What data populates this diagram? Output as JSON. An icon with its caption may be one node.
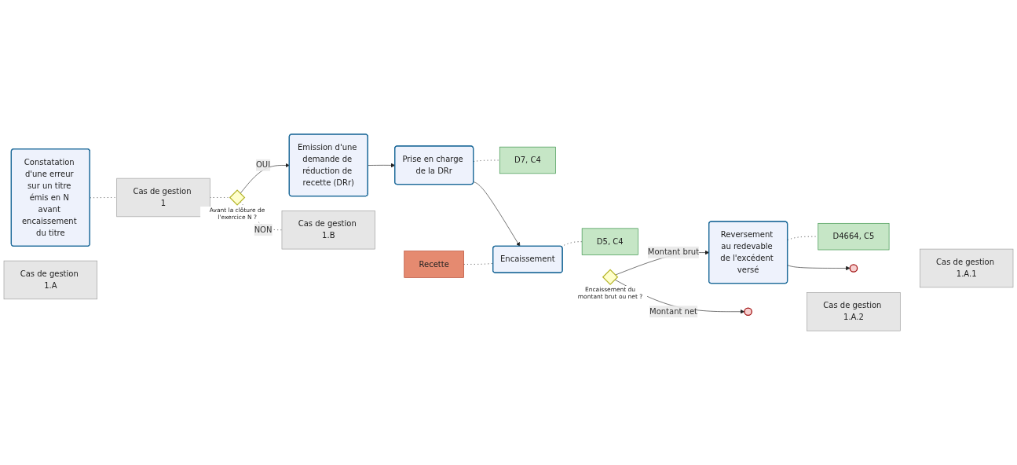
{
  "diagram": {
    "nodes": [
      {
        "text": [
          "Constatation d'une erreur sur un titre émis en N avant encaissement du titre"
        ]
      },
      {
        "text": [
          "Cas de gestion 1"
        ]
      },
      {
        "text": [],
        "shape": "diamond",
        "beside": [
          "Avant la clôture de l'exercice N ?"
        ]
      },
      {
        "text": [
          "Cas de gestion 1.A"
        ]
      },
      {
        "text": [
          "Emission d'une demande de réduction de recette (DRr)"
        ]
      },
      {
        "text": [
          "Cas de gestion 1.B"
        ]
      },
      {
        "text": [
          "Prise en charge de la DRr"
        ]
      },
      {
        "text": [
          "D7, C4"
        ]
      },
      {
        "text": [
          "Recette"
        ]
      },
      {
        "text": [
          "Encaissement"
        ]
      },
      {
        "text": [
          "D5, C4"
        ]
      },
      {
        "text": [],
        "shape": "diamond",
        "beside": [
          "Encaissement du montant brut ou net ?"
        ]
      },
      {
        "text": [
          "Reversement au redevable de l'excédent versé"
        ]
      },
      {
        "text": [
          "D4664, C5"
        ]
      },
      {
        "text": [],
        "shape": "circle"
      },
      {
        "text": [
          "Cas de gestion 1.A.1"
        ]
      },
      {
        "text": [],
        "shape": "circle"
      },
      {
        "text": [
          "Cas de gestion 1.A.2"
        ]
      }
    ],
    "edges": [
      {
        "from": 0,
        "to": 1,
        "arrow": "none",
        "style": "dashed"
      },
      {
        "from": 1,
        "to": 2,
        "arrow": "none",
        "style": "dashed"
      },
      {
        "from": 2,
        "to": 4,
        "arrow": "to",
        "label": "OUI"
      },
      {
        "from": 2,
        "to": 5,
        "arrow": "none",
        "style": "dashed",
        "label": "NON"
      },
      {
        "from": 4,
        "to": 6,
        "arrow": "to"
      },
      {
        "from": 6,
        "to": 7,
        "arrow": "none",
        "style": "dashed"
      },
      {
        "from": 6,
        "to": 9,
        "arrow": "to"
      },
      {
        "from": 8,
        "to": 9,
        "arrow": "none",
        "style": "dashed"
      },
      {
        "from": 9,
        "to": 10,
        "arrow": "none",
        "style": "dashed"
      },
      {
        "from": 11,
        "to": 12,
        "arrow": "to",
        "label": "Montant brut"
      },
      {
        "from": 12,
        "to": 13,
        "arrow": "none",
        "style": "dashed"
      },
      {
        "from": 12,
        "to": 14,
        "arrow": "to"
      },
      {
        "from": 11,
        "to": 16,
        "arrow": "to",
        "label": "Montant net"
      }
    ]
  }
}
